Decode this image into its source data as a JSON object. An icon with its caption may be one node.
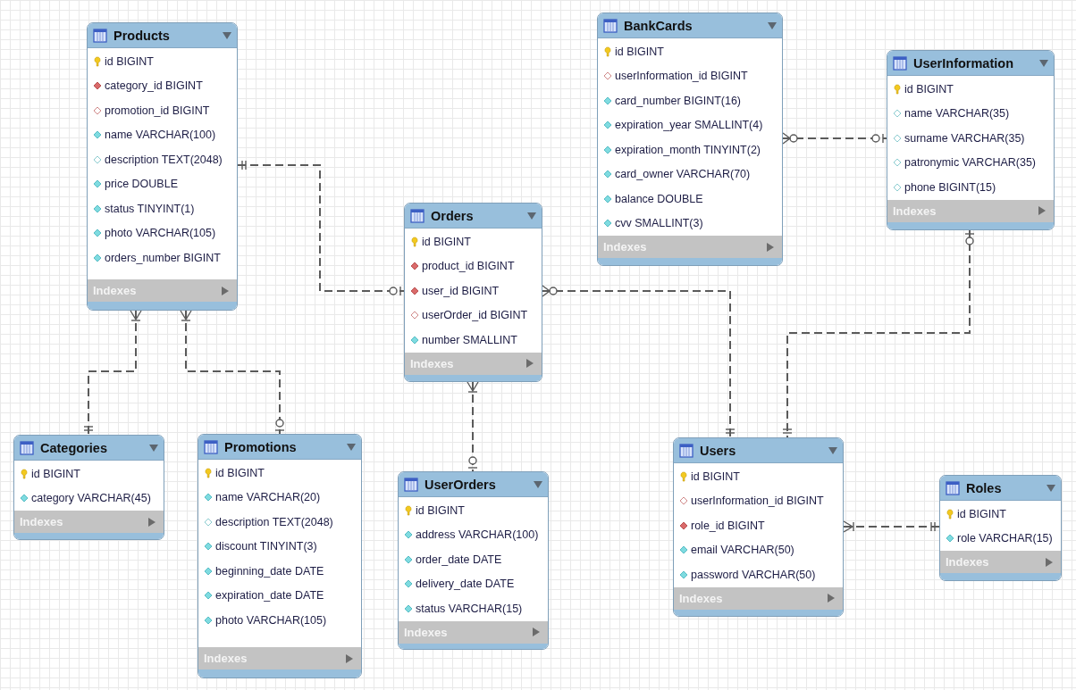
{
  "diagram": {
    "nodes": [
      {
        "text": [
          "Products",
          "id BIGINT",
          "category_id BIGINT",
          "promotion_id BIGINT",
          "name VARCHAR(100)",
          "description TEXT(2048)",
          "price DOUBLE",
          "status TINYINT(1)",
          "photo VARCHAR(105)",
          "orders_number BIGINT",
          "Indexes"
        ]
      },
      {
        "text": [
          "BankCards",
          "id BIGINT",
          "userInformation_id BIGINT",
          "card_number BIGINT(16)",
          "expiration_year SMALLINT(4)",
          "expiration_month TINYINT(2)",
          "card_owner VARCHAR(70)",
          "balance DOUBLE",
          "cvv SMALLINT(3)",
          "Indexes"
        ]
      },
      {
        "text": [
          "UserInformation",
          "id BIGINT",
          "name VARCHAR(35)",
          "surname VARCHAR(35)",
          "patronymic VARCHAR(35)",
          "phone BIGINT(15)",
          "Indexes"
        ]
      },
      {
        "text": [
          "Orders",
          "id BIGINT",
          "product_id BIGINT",
          "user_id BIGINT",
          "userOrder_id BIGINT",
          "number SMALLINT",
          "Indexes"
        ]
      },
      {
        "text": [
          "Categories",
          "id BIGINT",
          "category VARCHAR(45)",
          "Indexes"
        ]
      },
      {
        "text": [
          "Promotions",
          "id BIGINT",
          "name VARCHAR(20)",
          "description TEXT(2048)",
          "discount TINYINT(3)",
          "beginning_date DATE",
          "expiration_date DATE",
          "photo VARCHAR(105)",
          "Indexes"
        ]
      },
      {
        "text": [
          "UserOrders",
          "id BIGINT",
          "address VARCHAR(100)",
          "order_date DATE",
          "delivery_date DATE",
          "status VARCHAR(15)",
          "Indexes"
        ]
      },
      {
        "text": [
          "Users",
          "id BIGINT",
          "userInformation_id BIGINT",
          "role_id BIGINT",
          "email VARCHAR(50)",
          "password VARCHAR(50)",
          "Indexes"
        ]
      },
      {
        "text": [
          "Roles",
          "id BIGINT",
          "role VARCHAR(15)",
          "Indexes"
        ]
      }
    ],
    "edges": [
      {
        "from": 0,
        "to": 3,
        "arrow": "other",
        "style": "dashed"
      },
      {
        "from": 0,
        "to": 4,
        "arrow": "other",
        "style": "dashed"
      },
      {
        "from": 0,
        "to": 5,
        "arrow": "other",
        "style": "dashed"
      },
      {
        "from": 1,
        "to": 2,
        "arrow": "other",
        "style": "dashed"
      },
      {
        "from": 3,
        "to": 7,
        "arrow": "other",
        "style": "dashed"
      },
      {
        "from": 3,
        "to": 6,
        "arrow": "other",
        "style": "dashed"
      },
      {
        "from": 2,
        "to": 7,
        "arrow": "other",
        "style": "dashed"
      },
      {
        "from": 7,
        "to": 8,
        "arrow": "other",
        "style": "dashed"
      }
    ]
  }
}
